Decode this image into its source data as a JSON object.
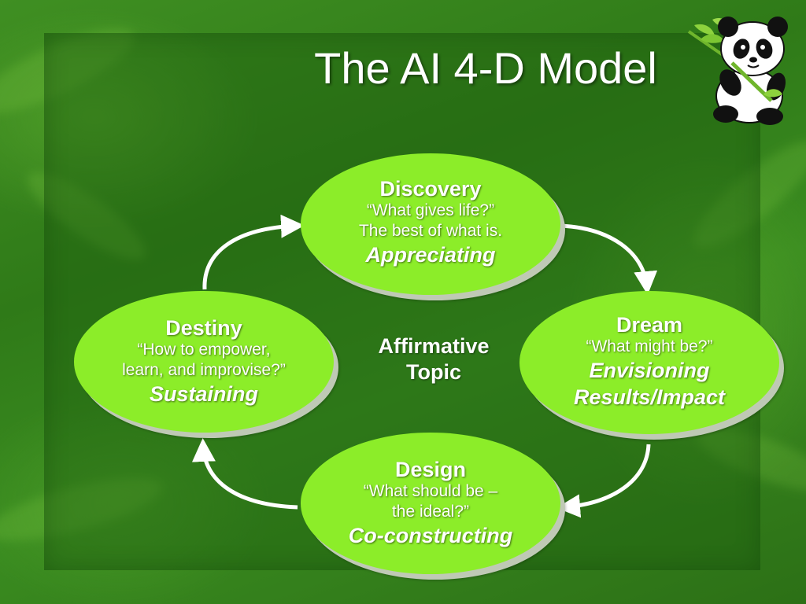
{
  "slide": {
    "title": "The AI 4-D Model",
    "center_topic": [
      "Affirmative",
      "Topic"
    ]
  },
  "nodes": {
    "discovery": {
      "head": "Discovery",
      "lines": [
        "“What gives life?”",
        "The best of what is."
      ],
      "action": "Appreciating"
    },
    "dream": {
      "head": "Dream",
      "lines": [
        "“What might be?”"
      ],
      "action": [
        "Envisioning",
        "Results/Impact"
      ]
    },
    "design": {
      "head": "Design",
      "lines": [
        "“What should be –",
        "the ideal?”"
      ],
      "action": "Co-constructing"
    },
    "destiny": {
      "head": "Destiny",
      "lines": [
        "“How to empower,",
        "learn, and improvise?”"
      ],
      "action": "Sustaining"
    }
  },
  "colors": {
    "node_fill": "#8ced29",
    "node_shadow": "#bfc9b5",
    "arrow": "#ffffff",
    "background": "#2f7a18"
  },
  "icons": {
    "mascot": "panda-with-bamboo-icon"
  }
}
